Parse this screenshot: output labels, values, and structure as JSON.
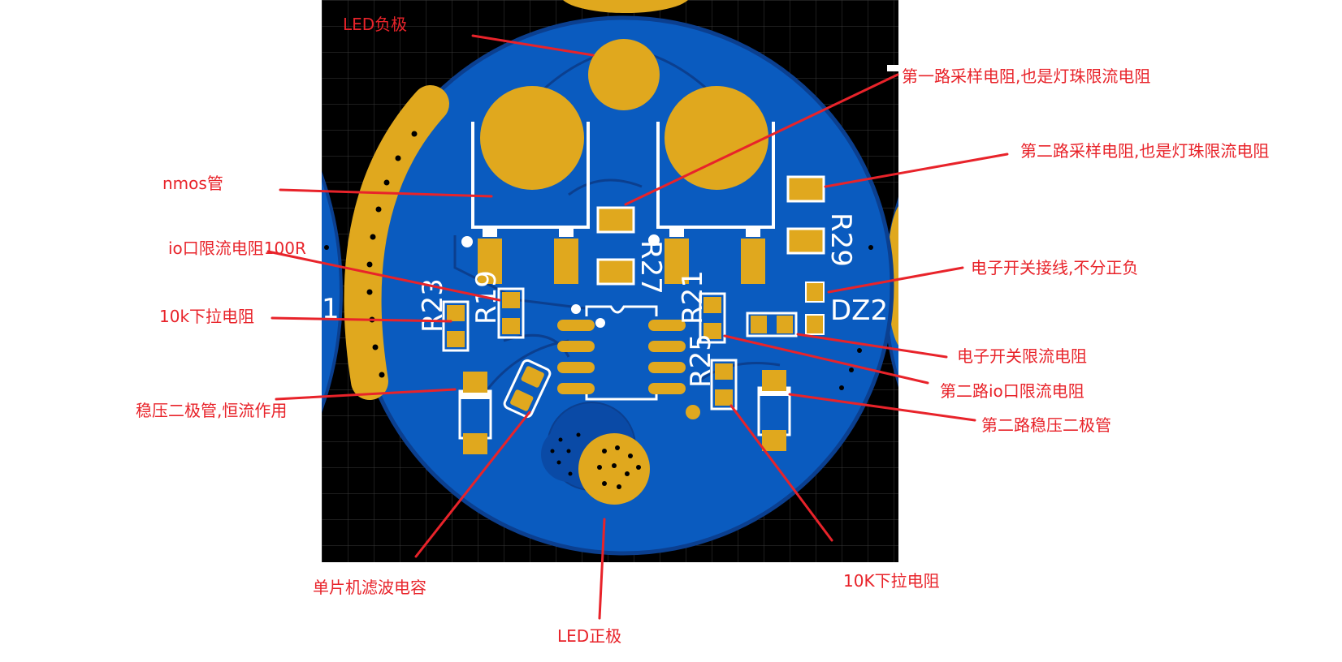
{
  "colors": {
    "pcb_blue": "#0a5bbf",
    "pcb_edge": "#0b3f8f",
    "copper": "#e0a81e",
    "silkscreen": "#ffffff",
    "grid_bg": "#000000",
    "callout": "#e8232a"
  },
  "silkscreen": {
    "r29": "R29",
    "r27": "R27",
    "r21": "R21",
    "r19": "R19",
    "r23": "R23",
    "r25": "R25",
    "dz2": "DZ2",
    "one": "1"
  },
  "callouts": {
    "led_neg": "LED负极",
    "sample1": "第一路采样电阻,也是灯珠限流电阻",
    "sample2": "第二路采样电阻,也是灯珠限流电阻",
    "nmos": "nmos管",
    "io_limit": "io口限流电阻100R",
    "switch_wire": "电子开关接线,不分正负",
    "pulldown10k": "10k下拉电阻",
    "switch_limit": "电子开关限流电阻",
    "io2_limit": "第二路io口限流电阻",
    "zener": "稳压二极管,恒流作用",
    "zener2": "第二路稳压二极管",
    "mcu_cap": "单片机滤波电容",
    "pulldown10k_b": "10K下拉电阻",
    "led_pos": "LED正极"
  }
}
